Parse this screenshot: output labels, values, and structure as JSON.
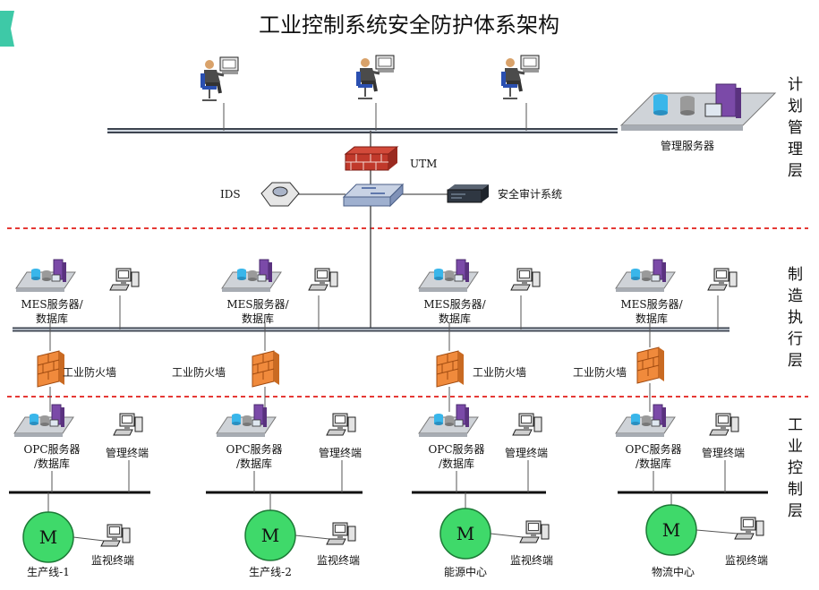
{
  "title": "工业控制系统安全防护体系架构",
  "layers": {
    "planning": "计划管理层",
    "execution": "制造执行层",
    "control": "工业控制层"
  },
  "planning": {
    "mgmt_server": "管理服务器",
    "utm": "UTM",
    "ids": "IDS",
    "audit": "安全审计系统"
  },
  "mes": [
    {
      "line1": "MES服务器/",
      "line2": "数据库"
    },
    {
      "line1": "MES服务器/",
      "line2": "数据库"
    },
    {
      "line1": "MES服务器/",
      "line2": "数据库"
    },
    {
      "line1": "MES服务器/",
      "line2": "数据库"
    }
  ],
  "firewall_label": "工业防火墙",
  "opc": [
    {
      "line1": "OPC服务器",
      "line2": "/数据库",
      "terminal": "管理终端"
    },
    {
      "line1": "OPC服务器",
      "line2": "/数据库",
      "terminal": "管理终端"
    },
    {
      "line1": "OPC服务器",
      "line2": "/数据库",
      "terminal": "管理终端"
    },
    {
      "line1": "OPC服务器",
      "line2": "/数据库",
      "terminal": "管理终端"
    }
  ],
  "field": [
    {
      "motor": "M",
      "name": "生产线-1",
      "monitor": "监视终端"
    },
    {
      "motor": "M",
      "name": "生产线-2",
      "monitor": "监视终端"
    },
    {
      "motor": "M",
      "name": "能源中心",
      "monitor": "监视终端"
    },
    {
      "motor": "M",
      "name": "物流中心",
      "monitor": "监视终端"
    }
  ],
  "colors": {
    "divider": "#e53935",
    "firewall": "#f08a3c",
    "motor": "#3fd96a",
    "server_purple": "#7b4aa8",
    "bus": "#3d4450",
    "utm_red": "#c0392b",
    "corner_tab": "#3ec9a7"
  }
}
